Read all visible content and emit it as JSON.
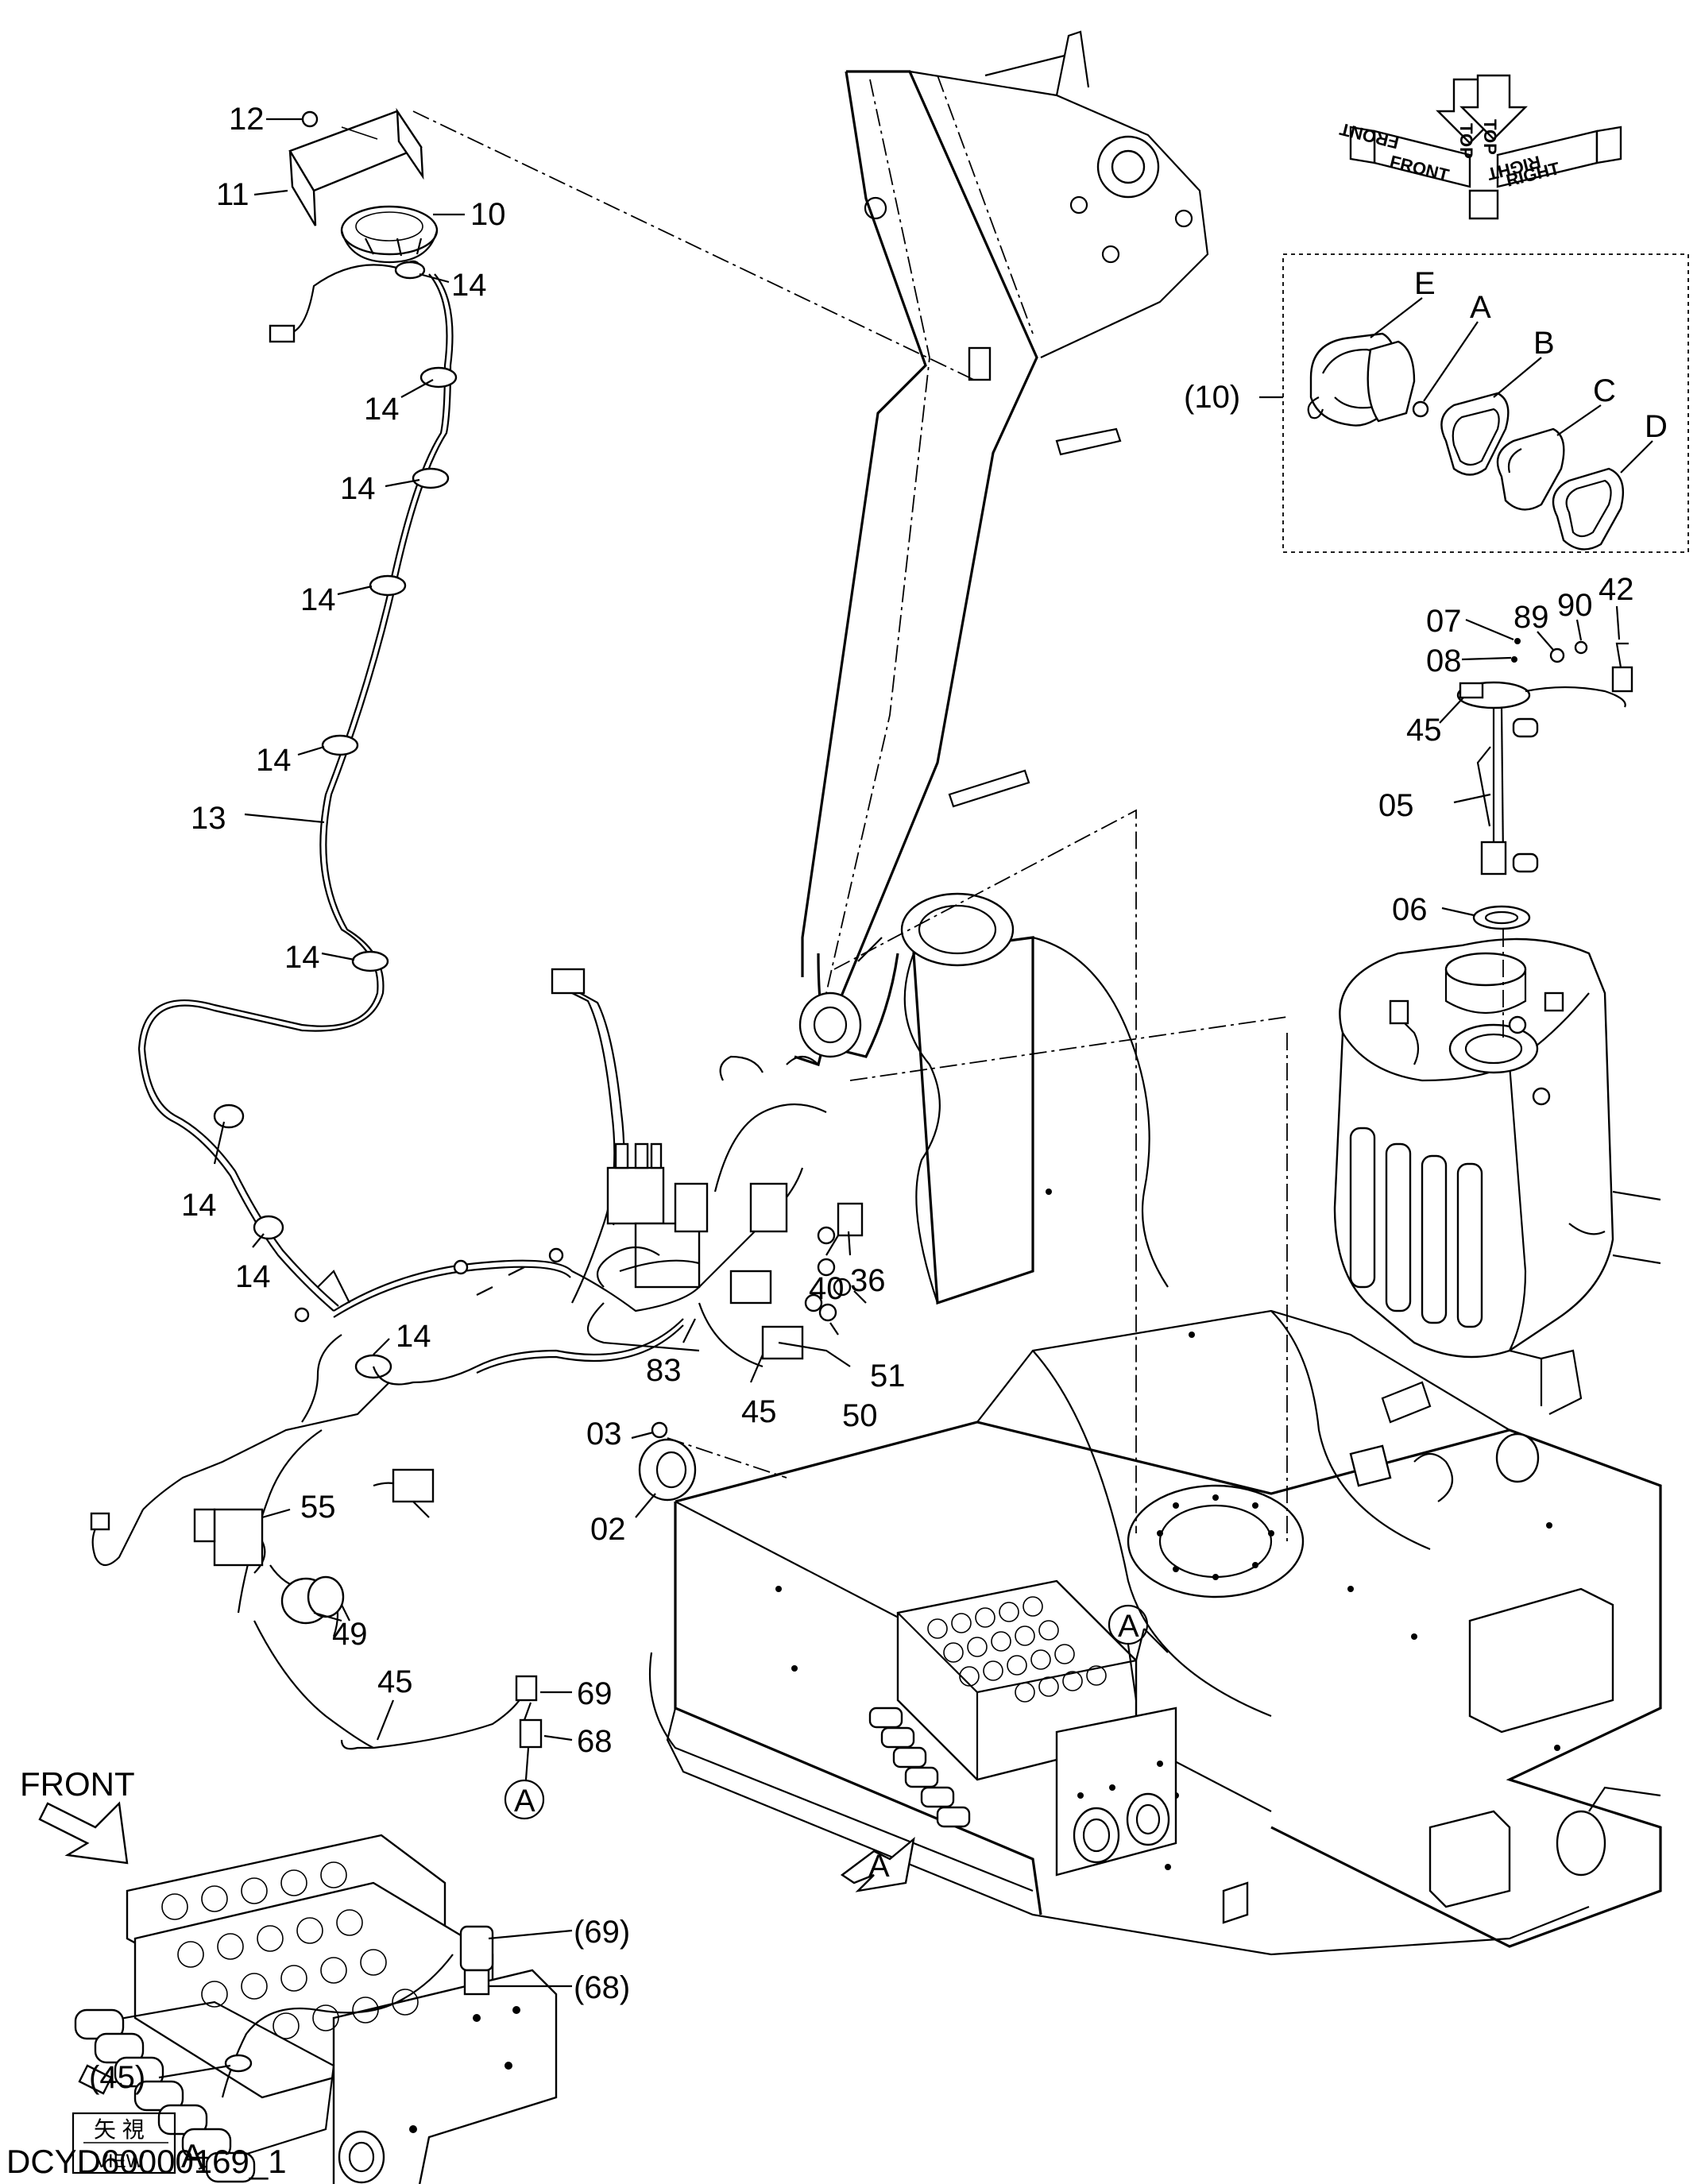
{
  "footer": {
    "drawing_id": "DCYD60000169_1"
  },
  "orientation": {
    "front": "FRONT",
    "right": "RIGHT",
    "top_left": "TOP",
    "top_right": "TOP",
    "front_mirror": "FRONT",
    "right_mirror": "RIGHT"
  },
  "detail_box": {
    "parent_label": "(10)",
    "callouts": [
      "E",
      "A",
      "B",
      "C",
      "D"
    ]
  },
  "view_a": {
    "front_label": "FRONT",
    "jp_view_label": "矢 視",
    "view_label": "VIEW",
    "view_letter": "A",
    "callouts": [
      "(69)",
      "(68)",
      "(45)"
    ]
  },
  "section_marker": "A",
  "callouts": {
    "c12": "12",
    "c11": "11",
    "c10": "10",
    "c14_a": "14",
    "c14_b": "14",
    "c14_c": "14",
    "c14_d": "14",
    "c14_e": "14",
    "c14_f": "14",
    "c14_g": "14",
    "c14_h": "14",
    "c14_i": "14",
    "c13": "13",
    "c40": "40",
    "c36": "36",
    "c83": "83",
    "c45_a": "45",
    "c51": "51",
    "c50": "50",
    "c03": "03",
    "c02": "02",
    "c55": "55",
    "c49": "49",
    "c45_b": "45",
    "c69": "69",
    "c68": "68",
    "cA_circle": "A",
    "c07": "07",
    "c08": "08",
    "c89": "89",
    "c90": "90",
    "c42": "42",
    "c45_c": "45",
    "c05": "05",
    "c06": "06"
  }
}
